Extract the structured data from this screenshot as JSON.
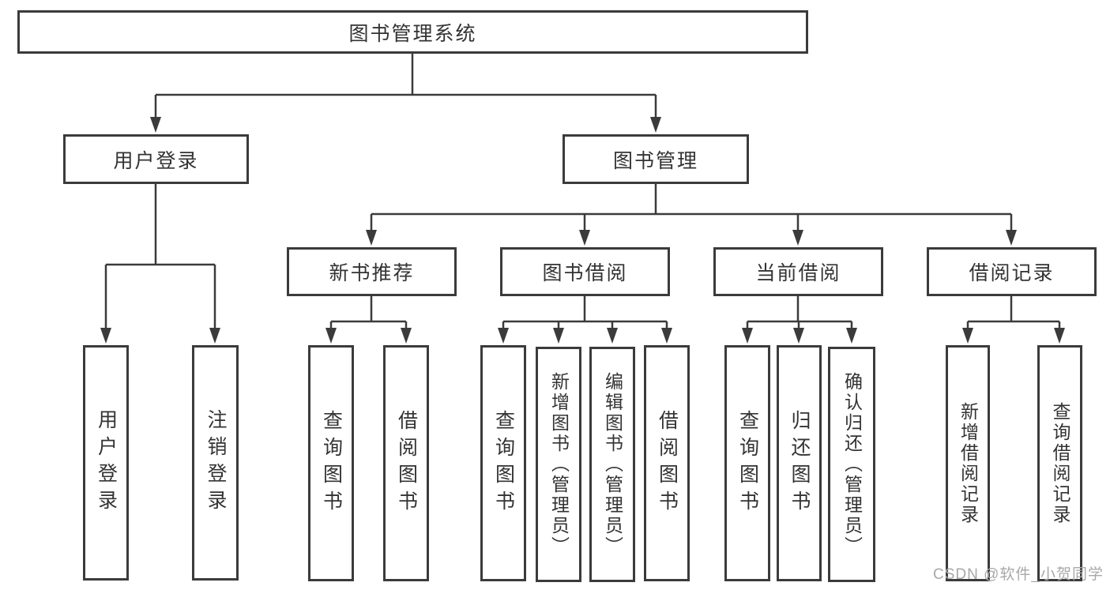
{
  "diagram": {
    "root": {
      "label": "图书管理系统"
    },
    "branches": [
      {
        "label": "用户登录",
        "children": [
          {
            "label": "用户登录"
          },
          {
            "label": "注销登录"
          }
        ]
      },
      {
        "label": "图书管理",
        "children": [
          {
            "label": "新书推荐",
            "children": [
              {
                "label": "查询图书"
              },
              {
                "label": "借阅图书"
              }
            ]
          },
          {
            "label": "图书借阅",
            "children": [
              {
                "label": "查询图书"
              },
              {
                "label": "新增图书（管理员）"
              },
              {
                "label": "编辑图书（管理员）"
              },
              {
                "label": "借阅图书"
              }
            ]
          },
          {
            "label": "当前借阅",
            "children": [
              {
                "label": "查询图书"
              },
              {
                "label": "归还图书"
              },
              {
                "label": "确认归还（管理员）"
              }
            ]
          },
          {
            "label": "借阅记录",
            "children": [
              {
                "label": "新增借阅记录"
              },
              {
                "label": "查询借阅记录"
              }
            ]
          }
        ]
      }
    ]
  },
  "watermark": {
    "text": "CSDN @软件_小贺同学"
  },
  "colors": {
    "line": "#3b3b3b",
    "text": "#333333",
    "watermark": "#a8a8a8",
    "background": "#ffffff"
  }
}
